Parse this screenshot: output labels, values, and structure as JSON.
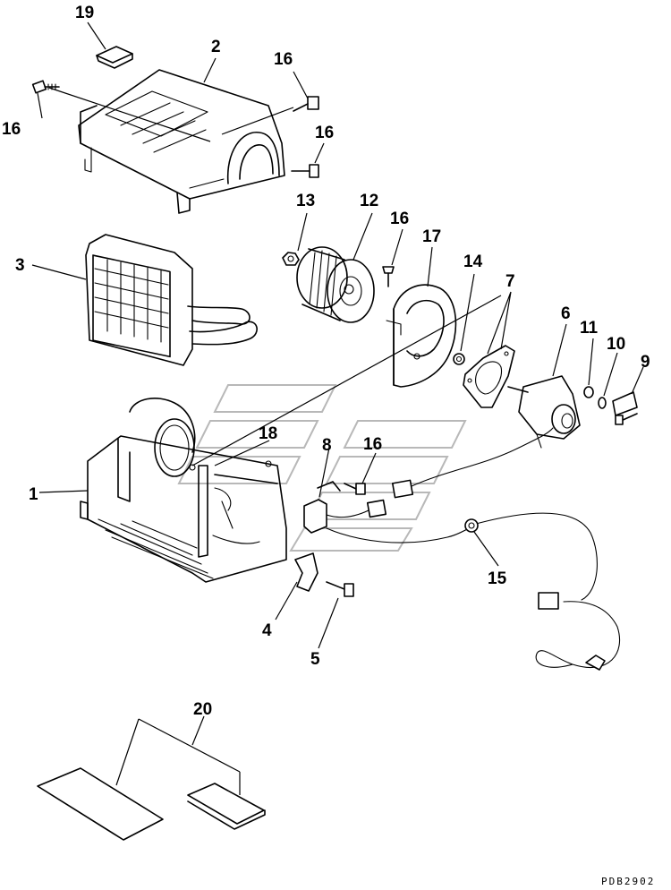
{
  "diagram": {
    "callouts": [
      "1",
      "2",
      "3",
      "4",
      "5",
      "6",
      "7",
      "8",
      "9",
      "10",
      "11",
      "12",
      "13",
      "14",
      "15",
      "16",
      "17",
      "18",
      "19",
      "20"
    ],
    "drawing_code": "PDB2902"
  }
}
